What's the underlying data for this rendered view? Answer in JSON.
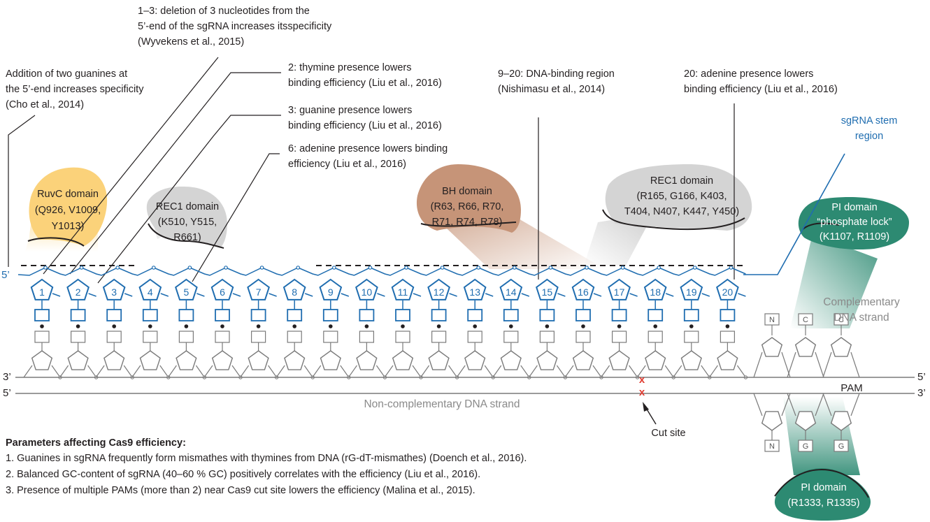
{
  "annotations": {
    "a_del3": [
      "1–3: deletion of 3 nucleotides from the",
      "5’-end of the sgRNA increases itsspecificity",
      "(Wyvekens et al., 2015)"
    ],
    "a_guanines": [
      "Addition of two guanines at",
      "the 5’-end increases specificity",
      "(Cho et al., 2014)"
    ],
    "a_thymine": [
      "2: thymine presence lowers",
      "binding efficiency (Liu et al., 2016)"
    ],
    "a_guanine3": [
      "3: guanine presence lowers",
      "binding efficiency (Liu et al., 2016)"
    ],
    "a_adenine6": [
      "6: adenine presence lowers binding",
      "efficiency (Liu et al., 2016)"
    ],
    "a_dnabinding": [
      "9–20: DNA-binding region",
      "(Nishimasu et al., 2014)"
    ],
    "a_adenine20": [
      "20: adenine presence lowers",
      "binding efficiency (Liu et al., 2016)"
    ],
    "a_stem": [
      "sgRNA stem",
      "region"
    ]
  },
  "domains": {
    "ruvc": [
      "RuvC domain",
      "(Q926, V1009,",
      "Y1013)"
    ],
    "rec1_small": [
      "REC1 domain",
      "(K510, Y515,",
      "R661)"
    ],
    "bh": [
      "BH domain",
      "(R63, R66, R70,",
      "R71, R74, R78)"
    ],
    "rec1_large": [
      "REC1 domain",
      "(R165, G166, K403,",
      "T404, N407, K447, Y450)"
    ],
    "pi_top": [
      "PI domain",
      "“phosphate lock”",
      "(K1107, R1109)"
    ],
    "pi_bottom": [
      "PI domain",
      "(R1333, R1335)"
    ]
  },
  "strands": {
    "complementary": [
      "Complementary",
      "DNA strand"
    ],
    "non_complementary": "Non-complementary DNA strand",
    "pam": "PAM",
    "cut_site": "Cut site",
    "cut_mark": "x",
    "five_prime": "5’",
    "three_prime": "3’"
  },
  "nucleotides": [
    "1",
    "2",
    "3",
    "4",
    "5",
    "6",
    "7",
    "8",
    "9",
    "10",
    "11",
    "12",
    "13",
    "14",
    "15",
    "16",
    "17",
    "18",
    "19",
    "20"
  ],
  "pam_top_bases": [
    "N",
    "C",
    "C"
  ],
  "pam_bottom_bases": [
    "N",
    "G",
    "G"
  ],
  "parameters": {
    "title": "Parameters affecting Cas9 efficiency:",
    "items": [
      "1. Guanines in sgRNA frequently form mismathes with thymines from DNA (rG-dT-mismathes) (Doench et al., 2016).",
      "2. Balanced GC-content of sgRNA (40–60 % GC) positively correlates with the efficiency (Liu et al., 2016).",
      "3. Presence of multiple PAMs (more than 2) near Cas9 cut site lowers the efficiency (Malina et al., 2015)."
    ]
  },
  "colors": {
    "ruvc": "#fbd27a",
    "rec1": "#d4d4d4",
    "bh": "#c69478",
    "pi": "#2d8a72",
    "rna_blue": "#1f6db0",
    "dna_gray": "#7a7a7a",
    "cut_red": "#e03c31"
  }
}
